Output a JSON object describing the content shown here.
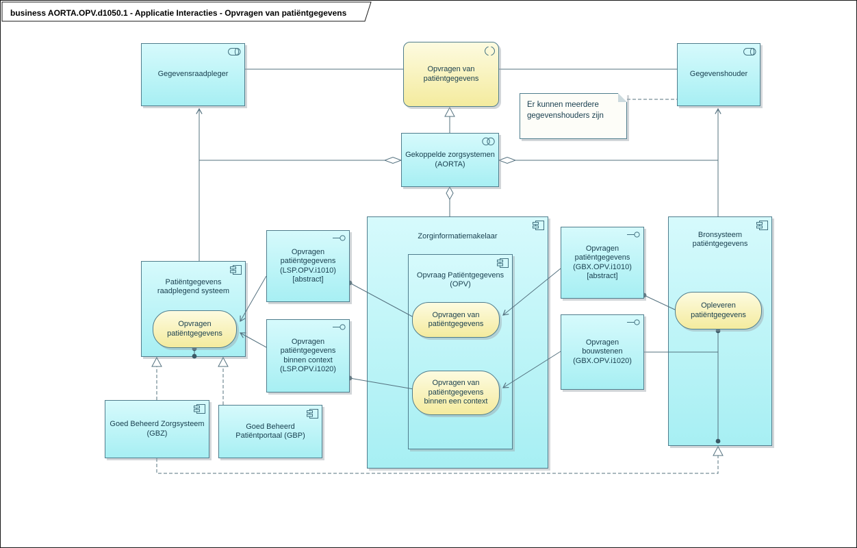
{
  "title": "business AORTA.OPV.d1050.1 - Applicatie Interacties - Opvragen van patiëntgegevens",
  "note": "Er kunnen meerdere gegevenshouders zijn",
  "nodes": {
    "gegevensraadpleger": "Gegevensraadpleger",
    "opvragen_interactie": "Opvragen van patiëntgegevens",
    "gegevenshouder": "Gegevenshouder",
    "gekoppelde_zorgsystemen": "Gekoppelde zorgsystemen (AORTA)",
    "zorginformatiemakelaar": "Zorginformatiemakelaar",
    "opvraag_patientgegevens_opv": "Opvraag Patiëntgegevens (OPV)",
    "service_opvragen": "Opvragen van patiëntgegevens",
    "service_opvragen_context": "Opvragen van patiëntgegevens binnen een context",
    "lsp_i1010": "Opvragen patiëntgegevens (LSP.OPV.i1010) [abstract]",
    "lsp_i1020": "Opvragen patiëntgegevens binnen context (LSP.OPV.i1020)",
    "raadplegend_systeem": "Patiëntgegevens raadplegend systeem",
    "service_opvragen_pg": "Opvragen patiëntgegevens",
    "gbx_i1010": "Opvragen patiëntgegevens (GBX.OPV.i1010) [abstract]",
    "gbx_i1020": "Opvragen bouwstenen (GBX.OPV.i1020)",
    "bronsysteem": "Bronsysteem patiëntgegevens",
    "service_opleveren": "Opleveren patiëntgegevens",
    "gbz": "Goed Beheerd Zorgsysteem (GBZ)",
    "gbp": "Goed Beheerd Patiëntportaal (GBP)"
  },
  "relationships": [
    {
      "from": "Gegevensraadpleger",
      "to": "Opvragen van patiëntgegevens",
      "type": "association"
    },
    {
      "from": "Opvragen van patiëntgegevens",
      "to": "Gegevenshouder",
      "type": "association"
    },
    {
      "from": "Gekoppelde zorgsystemen (AORTA)",
      "to": "Opvragen van patiëntgegevens",
      "type": "realization"
    },
    {
      "from": "Gekoppelde zorgsystemen (AORTA)",
      "to": "Gegevensraadpleger",
      "type": "aggregation"
    },
    {
      "from": "Gekoppelde zorgsystemen (AORTA)",
      "to": "Gegevenshouder",
      "type": "aggregation"
    },
    {
      "from": "Gekoppelde zorgsystemen (AORTA)",
      "to": "Zorginformatiemakelaar",
      "type": "aggregation"
    },
    {
      "from": "Patiëntgegevens raadplegend systeem",
      "to": "Gegevensraadpleger",
      "type": "serving"
    },
    {
      "from": "Bronsysteem patiëntgegevens",
      "to": "Gegevenshouder",
      "type": "serving"
    },
    {
      "from": "Opvragen patiëntgegevens (LSP.OPV.i1010)",
      "to": "Opvragen patiëntgegevens",
      "type": "serving"
    },
    {
      "from": "Opvragen patiëntgegevens binnen context (LSP.OPV.i1020)",
      "to": "Opvragen patiëntgegevens",
      "type": "serving"
    },
    {
      "from": "Opvragen patiëntgegevens (LSP.OPV.i1010)",
      "to": "Opvragen van patiëntgegevens",
      "type": "assignment"
    },
    {
      "from": "Opvragen patiëntgegevens binnen context (LSP.OPV.i1020)",
      "to": "Opvragen van patiëntgegevens binnen een context",
      "type": "assignment"
    },
    {
      "from": "Opvragen patiëntgegevens (GBX.OPV.i1010)",
      "to": "Opvragen van patiëntgegevens",
      "type": "serving"
    },
    {
      "from": "Opvragen bouwstenen (GBX.OPV.i1020)",
      "to": "Opvragen van patiëntgegevens binnen een context",
      "type": "serving"
    },
    {
      "from": "Opleveren patiëntgegevens",
      "to": "Opvragen patiëntgegevens (GBX.OPV.i1010)",
      "type": "assignment"
    },
    {
      "from": "Bronsysteem patiëntgegevens",
      "to": "Opleveren patiëntgegevens",
      "type": "assignment"
    },
    {
      "from": "Patiëntgegevens raadplegend systeem",
      "to": "Opvragen patiëntgegevens",
      "type": "assignment"
    },
    {
      "from": "Goed Beheerd Zorgsysteem (GBZ)",
      "to": "Patiëntgegevens raadplegend systeem",
      "type": "realization"
    },
    {
      "from": "Goed Beheerd Patiëntportaal (GBP)",
      "to": "Patiëntgegevens raadplegend systeem",
      "type": "realization"
    },
    {
      "from": "Goed Beheerd Zorgsysteem (GBZ)",
      "to": "Bronsysteem patiëntgegevens",
      "type": "realization"
    },
    {
      "from": "Er kunnen meerdere gegevenshouders zijn",
      "to": "Gegevenshouder",
      "type": "note-link"
    }
  ],
  "colors": {
    "component_fill": "#a7eff3",
    "service_fill": "#f4eb9e",
    "border": "#4e7c8c",
    "line": "#53707e",
    "note_fill": "#fdfdf8"
  }
}
